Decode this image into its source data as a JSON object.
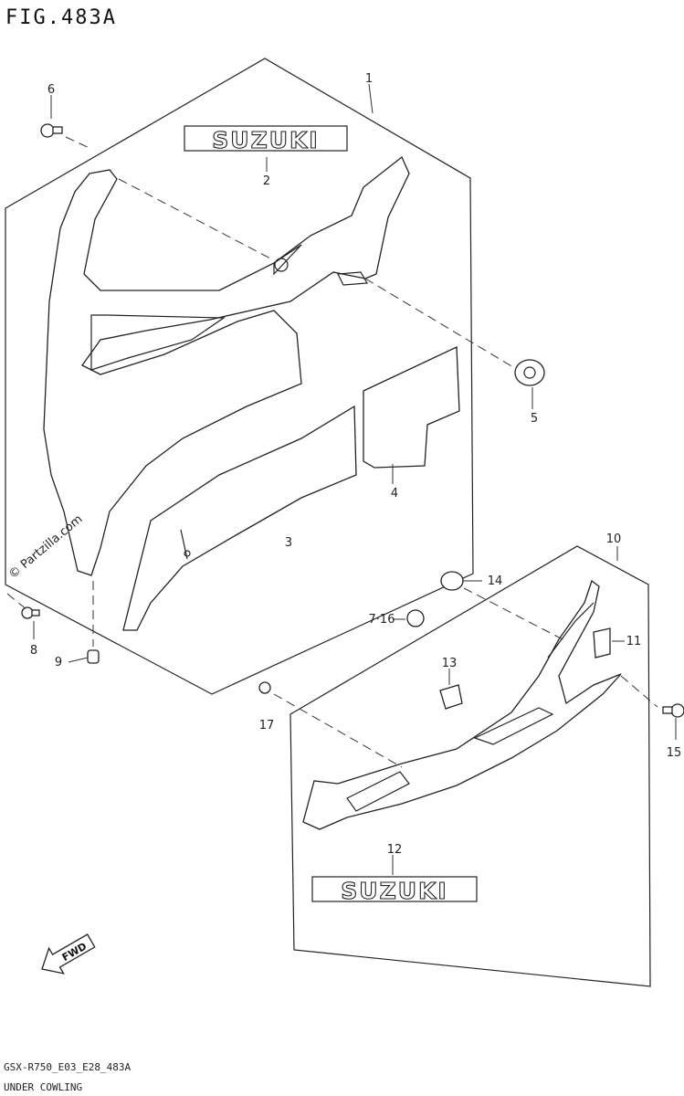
{
  "header": {
    "figure": "FIG.483A"
  },
  "watermark": "© Partzilla.com",
  "decals": [
    {
      "id": "2",
      "text": "SUZUKI"
    },
    {
      "id": "12",
      "text": "SUZUKI"
    }
  ],
  "callouts": {
    "c1": "1",
    "c2": "2",
    "c3": "3",
    "c4": "4",
    "c5": "5",
    "c6": "6",
    "c7_16": "7·16",
    "c8": "8",
    "c9": "9",
    "c10": "10",
    "c11": "11",
    "c12": "12",
    "c13": "13",
    "c14": "14",
    "c15": "15",
    "c17": "17"
  },
  "fwd_arrow": "FWD",
  "footer": {
    "model_code": "GSX-R750_E03_E28_483A",
    "title": "UNDER COWLING"
  }
}
